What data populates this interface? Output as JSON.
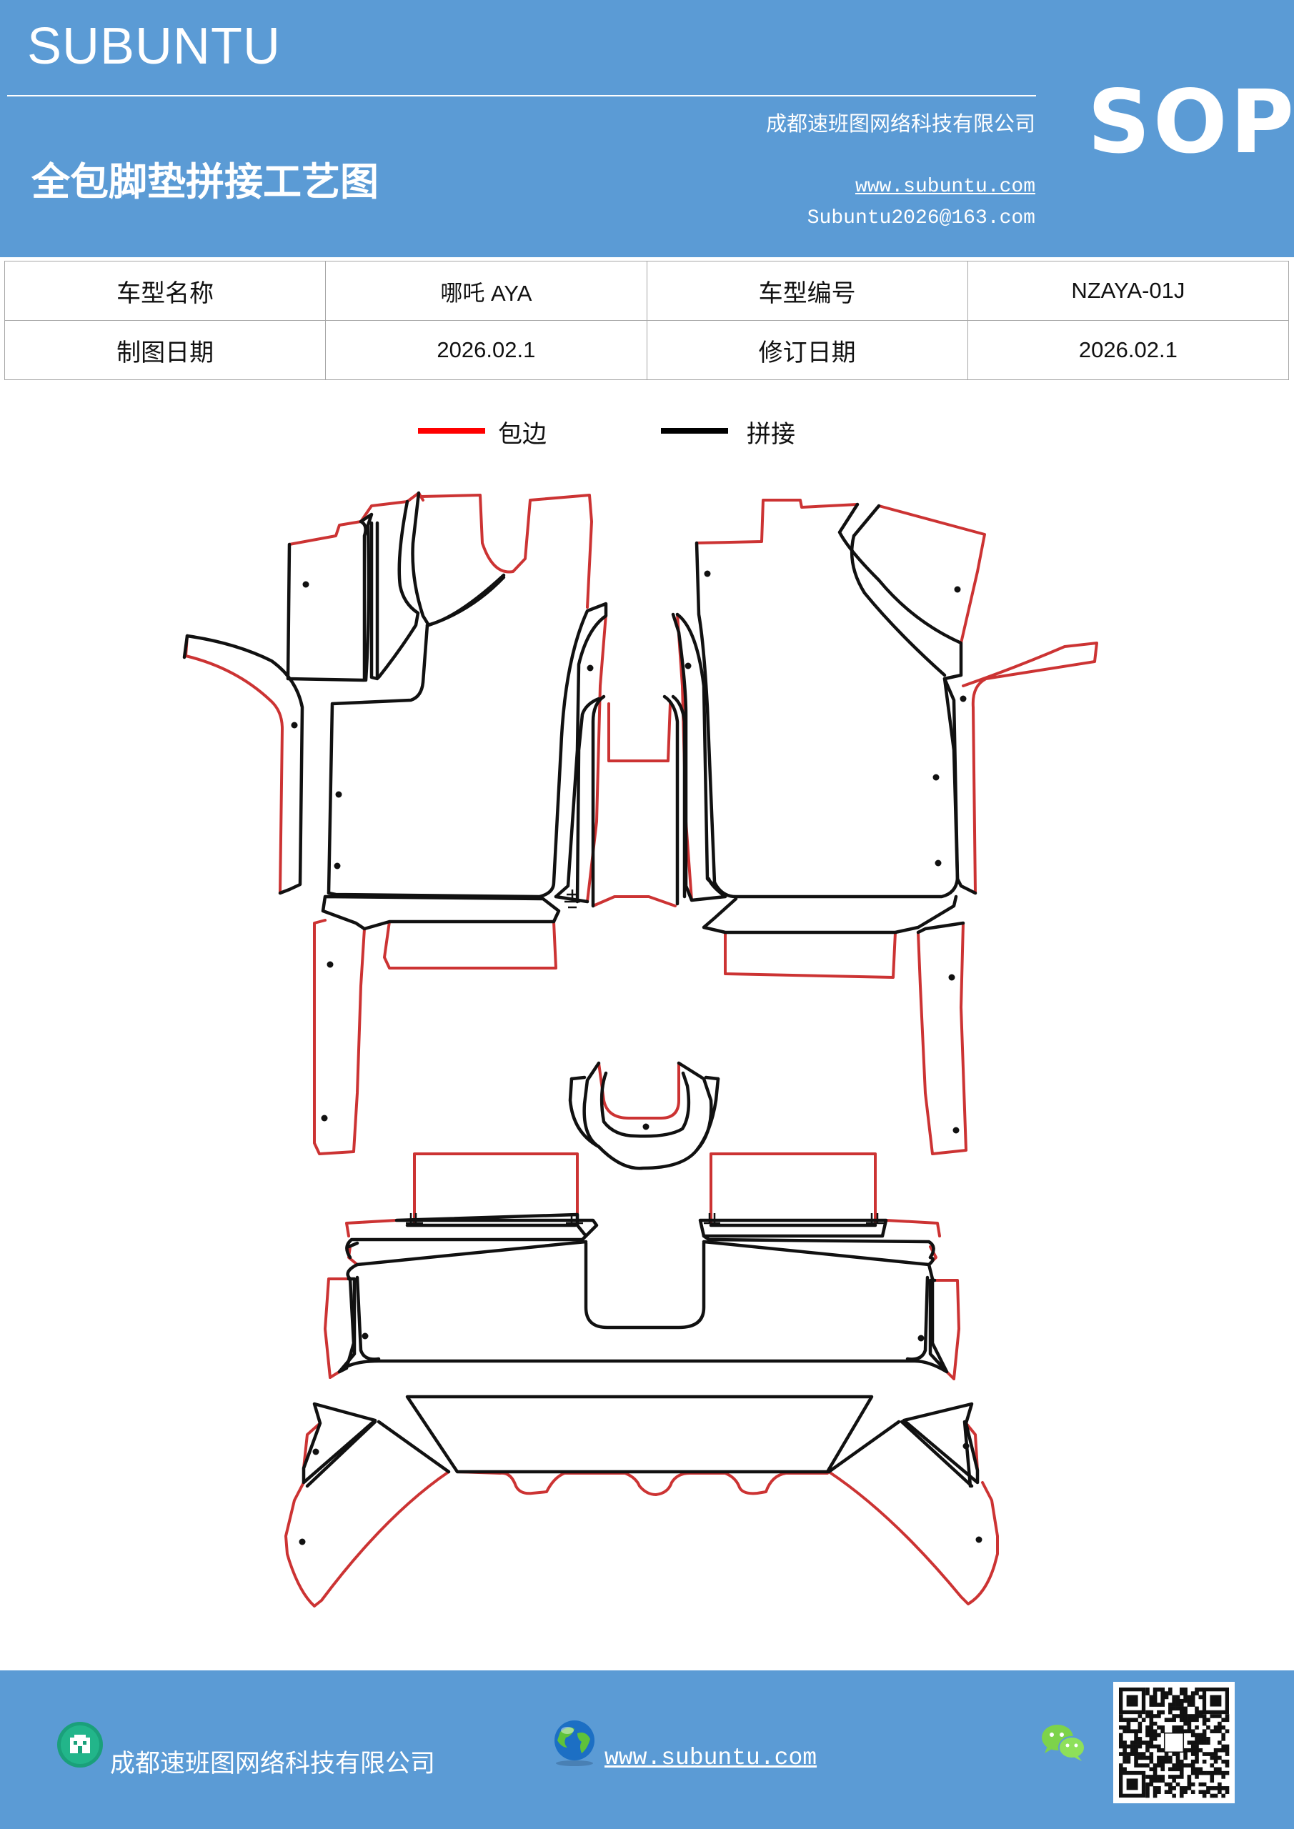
{
  "header": {
    "brand": "SUBUNTU",
    "title": "全包脚垫拼接工艺图",
    "company": "成都速班图网络科技有限公司",
    "website": "www.subuntu.com",
    "email": "Subuntu2026@163.com",
    "doc_type": "SOP"
  },
  "info_table": {
    "model_name_label": "车型名称",
    "model_name_value": "哪吒 AYA",
    "model_code_label": "车型编号",
    "model_code_value": "NZAYA-01J",
    "draw_date_label": "制图日期",
    "draw_date_value": "2026.02.1",
    "revise_date_label": "修订日期",
    "revise_date_value": "2026.02.1"
  },
  "legend": {
    "edge_label": "包边",
    "edge_color": "#ff0000",
    "joint_label": "拼接",
    "joint_color": "#000000"
  },
  "diagram": {
    "edge_stroke": "#cc3333",
    "joint_stroke": "#111111"
  },
  "footer": {
    "company": "成都速班图网络科技有限公司",
    "website": "www.subuntu.com",
    "icons": [
      "building-icon",
      "globe-icon",
      "wechat-icon",
      "qr-code"
    ]
  },
  "colors": {
    "header_bg": "#5b9bd5",
    "footer_bg": "#5b9bd5"
  }
}
